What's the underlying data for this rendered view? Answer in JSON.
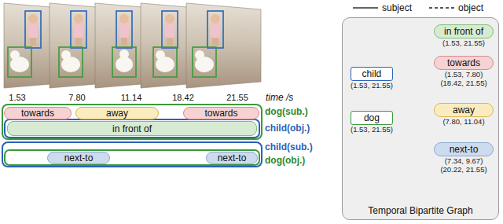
{
  "diagram": {
    "nodes": [
      {
        "text": [
          "towards"
        ]
      },
      {
        "text": [
          "away"
        ]
      },
      {
        "text": [
          "towards"
        ]
      },
      {
        "text": [
          "in front of"
        ]
      },
      {
        "text": [
          "next-to"
        ]
      },
      {
        "text": [
          "next-to"
        ]
      },
      {
        "text": [
          "Temporal Bipartite Graph"
        ]
      },
      {
        "text": [
          "child",
          "(1.53, 21.55)"
        ],
        "in": 6
      },
      {
        "text": [
          "dog",
          "(1.53, 21.55)"
        ],
        "in": 6
      },
      {
        "text": [
          "in front of",
          "(1.53, 21.55)"
        ],
        "in": 6
      },
      {
        "text": [
          "towards",
          "(1.53, 7.80)",
          "(18.42, 21.55)"
        ],
        "in": 6
      },
      {
        "text": [
          "away",
          "(7.80, 11.04)"
        ],
        "in": 6
      },
      {
        "text": [
          "next-to",
          "(7.34, 9.67)",
          "(20.22, 21.55)"
        ],
        "in": 6
      }
    ],
    "edges": [
      {
        "from": 7,
        "to": 9,
        "arrow": "none"
      },
      {
        "from": 7,
        "to": 10,
        "arrow": "none"
      },
      {
        "from": 7,
        "to": 11,
        "arrow": "none"
      },
      {
        "from": 7,
        "to": 12,
        "arrow": "none"
      },
      {
        "from": 8,
        "to": 9,
        "arrow": "none"
      },
      {
        "from": 8,
        "to": 10,
        "arrow": "none"
      },
      {
        "from": 8,
        "to": 11,
        "arrow": "none"
      },
      {
        "from": 8,
        "to": 12,
        "arrow": "none"
      }
    ],
    "labels": [
      "1.53",
      "7.80",
      "11.14",
      "18.42",
      "21.55",
      "time /s",
      "dog(sub.)",
      "child(obj.)",
      "child(sub.)",
      "dog(obj.)"
    ],
    "legend": [
      {
        "text": "subject"
      },
      {
        "text": "object"
      }
    ]
  }
}
